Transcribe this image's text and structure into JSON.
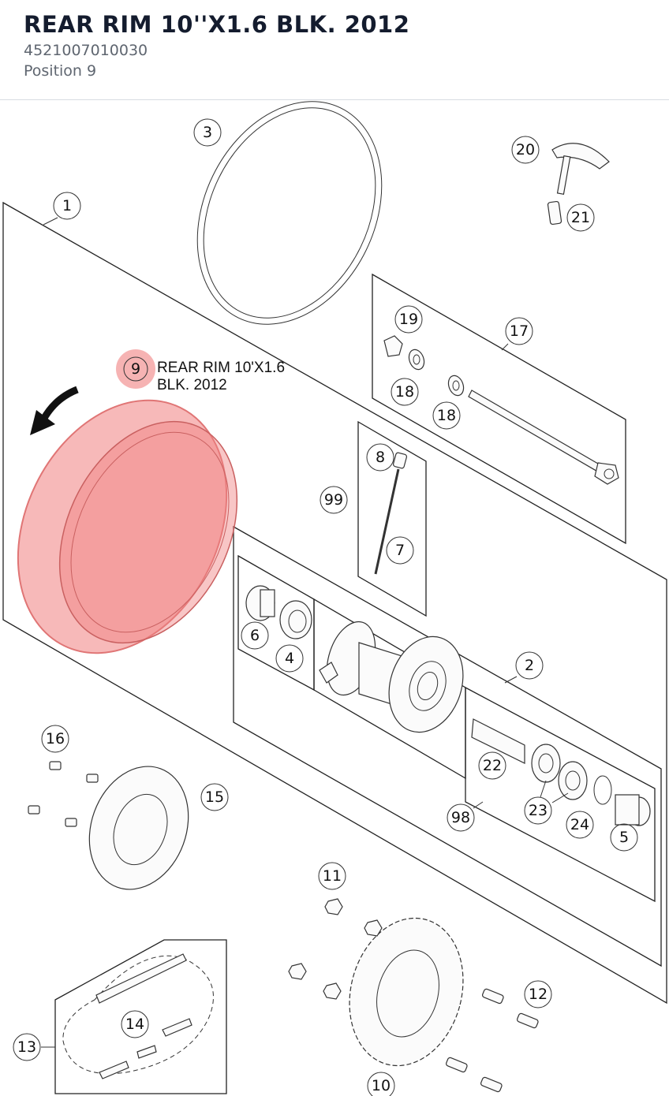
{
  "header": {
    "title": "REAR RIM 10''X1.6 BLK. 2012",
    "part_number": "4521007010030",
    "position": "Position 9"
  },
  "diagram": {
    "highlight_color": "#f08080",
    "highlighted_part": {
      "number": "9",
      "label_line1": "REAR RIM 10'X1.6",
      "label_line2": "BLK. 2012"
    },
    "callouts": [
      {
        "id": "1",
        "label": "1"
      },
      {
        "id": "2",
        "label": "2"
      },
      {
        "id": "3",
        "label": "3"
      },
      {
        "id": "4",
        "label": "4"
      },
      {
        "id": "5",
        "label": "5"
      },
      {
        "id": "6",
        "label": "6"
      },
      {
        "id": "7",
        "label": "7"
      },
      {
        "id": "8",
        "label": "8"
      },
      {
        "id": "10",
        "label": "10"
      },
      {
        "id": "11",
        "label": "11"
      },
      {
        "id": "12",
        "label": "12"
      },
      {
        "id": "13",
        "label": "13"
      },
      {
        "id": "14",
        "label": "14"
      },
      {
        "id": "15",
        "label": "15"
      },
      {
        "id": "16",
        "label": "16"
      },
      {
        "id": "17",
        "label": "17"
      },
      {
        "id": "18a",
        "label": "18"
      },
      {
        "id": "18b",
        "label": "18"
      },
      {
        "id": "19",
        "label": "19"
      },
      {
        "id": "20",
        "label": "20"
      },
      {
        "id": "21",
        "label": "21"
      },
      {
        "id": "22",
        "label": "22"
      },
      {
        "id": "23",
        "label": "23"
      },
      {
        "id": "24",
        "label": "24"
      },
      {
        "id": "98",
        "label": "98"
      },
      {
        "id": "99",
        "label": "99"
      }
    ]
  }
}
